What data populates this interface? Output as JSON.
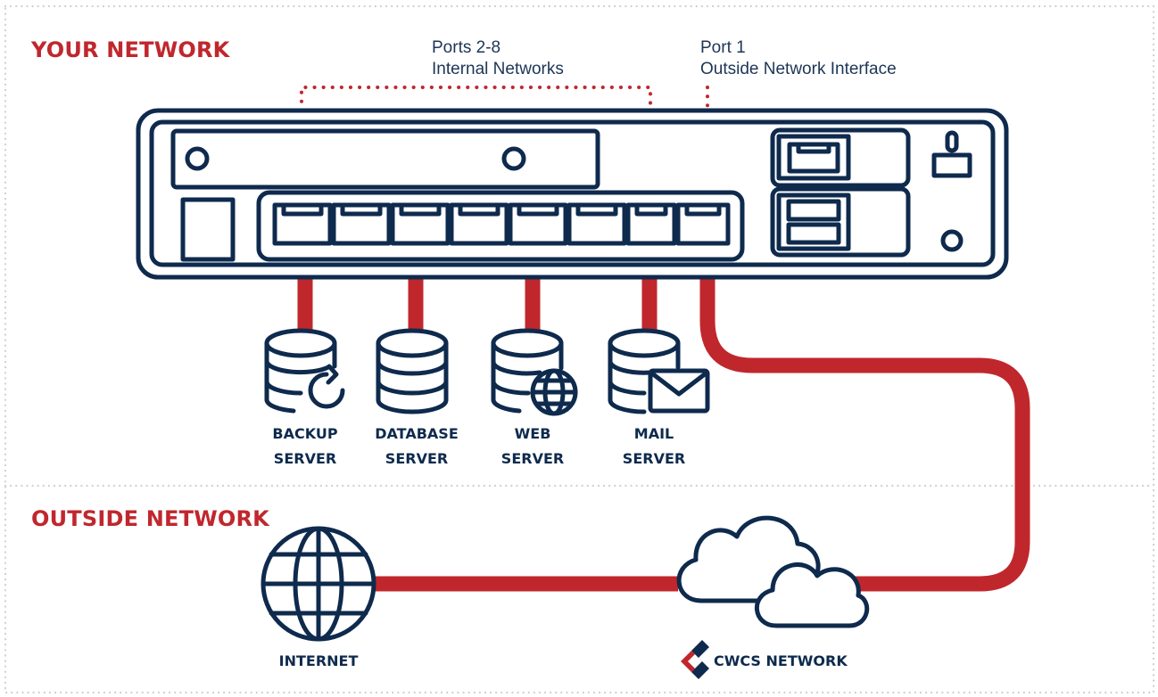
{
  "sections": {
    "your_network": "YOUR NETWORK",
    "outside_network": "OUTSIDE NETWORK"
  },
  "callouts": {
    "internal": {
      "line1": "Ports 2-8",
      "line2": "Internal Networks"
    },
    "outside": {
      "line1": "Port 1",
      "line2": "Outside Network Interface"
    }
  },
  "servers": [
    {
      "line1": "BACKUP",
      "line2": "SERVER",
      "icon": "backup-server-icon"
    },
    {
      "line1": "DATABASE",
      "line2": "SERVER",
      "icon": "database-server-icon"
    },
    {
      "line1": "WEB",
      "line2": "SERVER",
      "icon": "web-server-icon"
    },
    {
      "line1": "MAIL",
      "line2": "SERVER",
      "icon": "mail-server-icon"
    }
  ],
  "outside_nodes": {
    "internet": "INTERNET",
    "cwcs": "CWCS NETWORK"
  },
  "colors": {
    "navy": "#0e2a4d",
    "red": "#c0272d",
    "border_dots": "#cfcfcf"
  }
}
